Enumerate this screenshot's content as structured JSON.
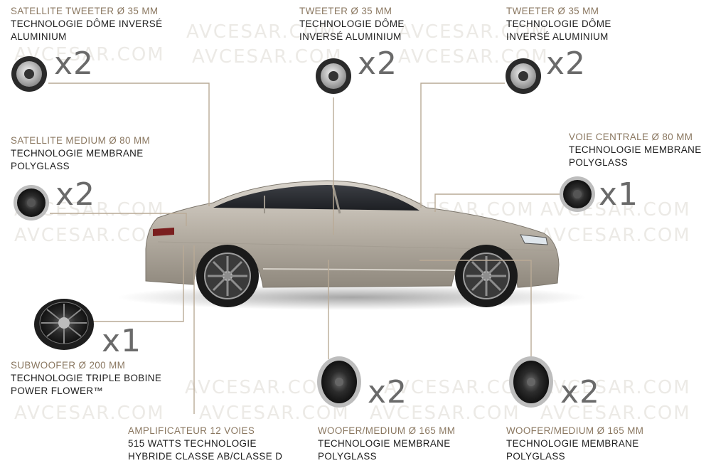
{
  "watermark": "AVCESAR.COM",
  "colors": {
    "caption": "#8a7760",
    "text": "#1d1d1d",
    "leader": "#b9aa96",
    "qty": "#6a6a6a"
  },
  "components": [
    {
      "id": "satellite-tweeter",
      "icon": "tweeter-icon",
      "caption": "SATELLITE TWEETER Ø 35 MM",
      "lines": [
        "TECHNOLOGIE DÔME INVERSÉ",
        "ALUMINIUM"
      ],
      "quantity": "x2"
    },
    {
      "id": "tweeter-center",
      "icon": "tweeter-icon",
      "caption": "TWEETER Ø 35 MM",
      "lines": [
        "TECHNOLOGIE DÔME",
        "INVERSÉ ALUMINIUM"
      ],
      "quantity": "x2"
    },
    {
      "id": "tweeter-front",
      "icon": "tweeter-icon",
      "caption": "TWEETER Ø 35 MM",
      "lines": [
        "TECHNOLOGIE DÔME",
        "INVERSÉ ALUMINIUM"
      ],
      "quantity": "x2"
    },
    {
      "id": "satellite-medium",
      "icon": "speaker-icon",
      "caption": "SATELLITE MEDIUM Ø 80 MM",
      "lines": [
        "TECHNOLOGIE MEMBRANE",
        "POLYGLASS"
      ],
      "quantity": "x2"
    },
    {
      "id": "voie-centrale",
      "icon": "speaker-icon",
      "caption": "VOIE CENTRALE Ø 80 MM",
      "lines": [
        "TECHNOLOGIE MEMBRANE",
        "POLYGLASS"
      ],
      "quantity": "x1"
    },
    {
      "id": "subwoofer",
      "icon": "subwoofer-icon",
      "caption": "SUBWOOFER Ø 200 MM",
      "lines": [
        "TECHNOLOGIE TRIPLE BOBINE",
        "POWER FLOWER™"
      ],
      "quantity": "x1"
    },
    {
      "id": "amplificateur",
      "icon": "",
      "caption": "AMPLIFICATEUR 12 VOIES",
      "lines": [
        "515 WATTS TECHNOLOGIE",
        "HYBRIDE CLASSE AB/CLASSE D"
      ],
      "quantity": ""
    },
    {
      "id": "woofer-rear",
      "icon": "woofer-icon",
      "caption": "WOOFER/MEDIUM Ø 165 MM",
      "lines": [
        "TECHNOLOGIE MEMBRANE",
        "POLYGLASS"
      ],
      "quantity": "x2"
    },
    {
      "id": "woofer-front",
      "icon": "woofer-icon",
      "caption": "WOOFER/MEDIUM Ø 165 MM",
      "lines": [
        "TECHNOLOGIE MEMBRANE",
        "POLYGLASS"
      ],
      "quantity": "x2"
    }
  ]
}
